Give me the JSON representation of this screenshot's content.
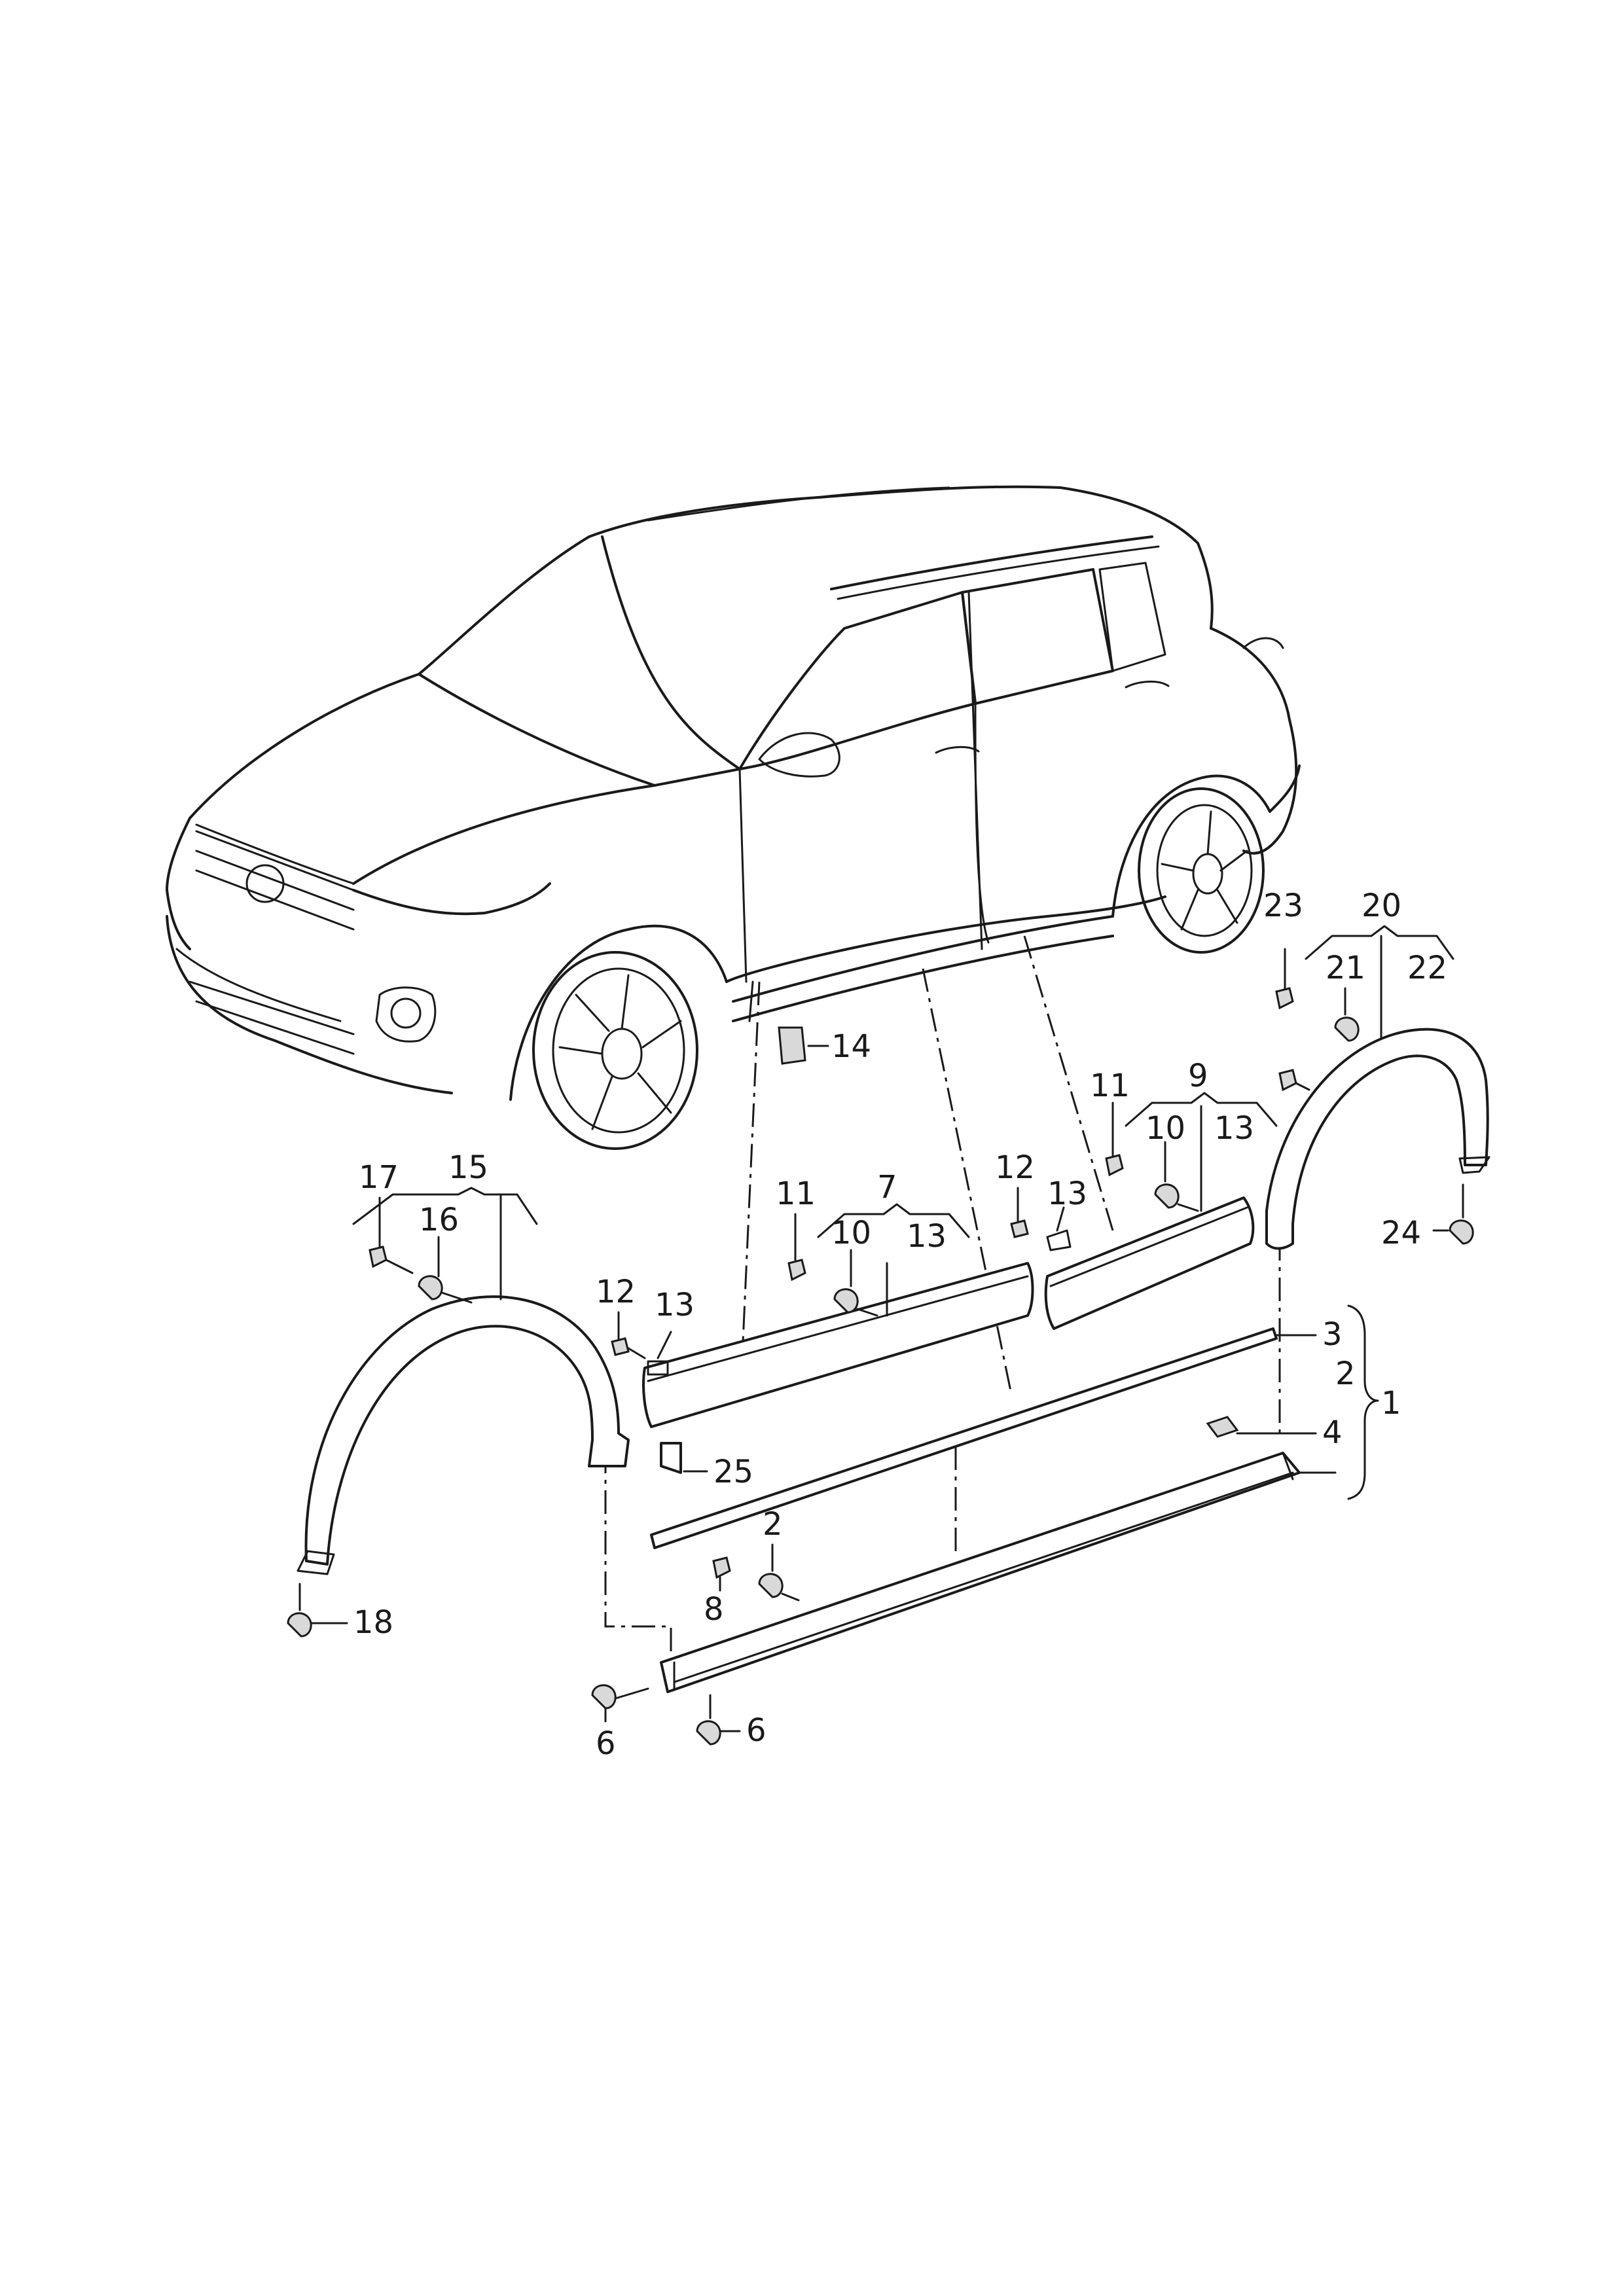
{
  "diagram": {
    "callouts": [
      {
        "id": "c1",
        "text": "1"
      },
      {
        "id": "c2",
        "text": "2"
      },
      {
        "id": "c2b",
        "text": "2"
      },
      {
        "id": "c3",
        "text": "3"
      },
      {
        "id": "c4",
        "text": "4"
      },
      {
        "id": "c6a",
        "text": "6"
      },
      {
        "id": "c6b",
        "text": "6"
      },
      {
        "id": "c7",
        "text": "7"
      },
      {
        "id": "c8",
        "text": "8"
      },
      {
        "id": "c9",
        "text": "9"
      },
      {
        "id": "c10a",
        "text": "10"
      },
      {
        "id": "c10b",
        "text": "10"
      },
      {
        "id": "c11a",
        "text": "11"
      },
      {
        "id": "c11b",
        "text": "11"
      },
      {
        "id": "c12a",
        "text": "12"
      },
      {
        "id": "c12b",
        "text": "12"
      },
      {
        "id": "c13a",
        "text": "13"
      },
      {
        "id": "c13b",
        "text": "13"
      },
      {
        "id": "c13c",
        "text": "13"
      },
      {
        "id": "c13d",
        "text": "13"
      },
      {
        "id": "c14",
        "text": "14"
      },
      {
        "id": "c15",
        "text": "15"
      },
      {
        "id": "c16",
        "text": "16"
      },
      {
        "id": "c17",
        "text": "17"
      },
      {
        "id": "c18",
        "text": "18"
      },
      {
        "id": "c20",
        "text": "20"
      },
      {
        "id": "c21",
        "text": "21"
      },
      {
        "id": "c22",
        "text": "22"
      },
      {
        "id": "c23",
        "text": "23"
      },
      {
        "id": "c24",
        "text": "24"
      },
      {
        "id": "c25",
        "text": "25"
      }
    ]
  }
}
